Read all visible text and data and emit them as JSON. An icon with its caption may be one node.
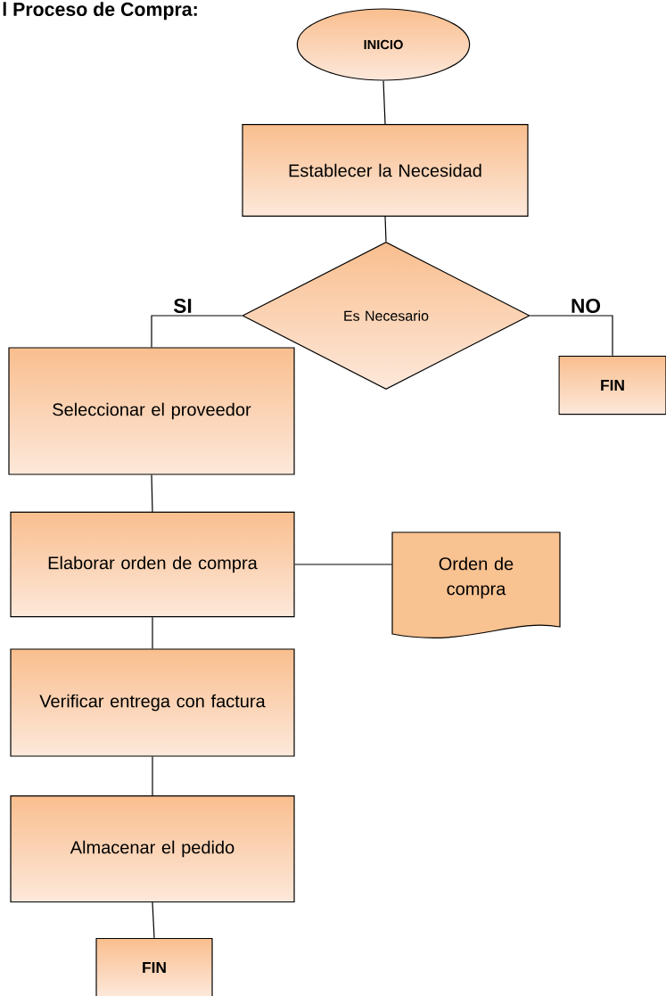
{
  "diagram": {
    "title": "l Proceso de Compra:",
    "nodes": [
      {
        "text": [
          "INICIO"
        ]
      },
      {
        "text": [
          "Establecer la Necesidad"
        ]
      },
      {
        "text": [
          "Es Necesario"
        ]
      },
      {
        "text": [
          "FIN"
        ]
      },
      {
        "text": [
          "Seleccionar el proveedor"
        ]
      },
      {
        "text": [
          "Elaborar orden de compra"
        ]
      },
      {
        "text": [
          "Orden de compra"
        ]
      },
      {
        "text": [
          "Verificar entrega con factura"
        ]
      },
      {
        "text": [
          "Almacenar el pedido"
        ]
      },
      {
        "text": [
          "FIN"
        ]
      }
    ],
    "edges": [
      {
        "from": 0,
        "to": 1,
        "arrow": "none"
      },
      {
        "from": 1,
        "to": 2,
        "arrow": "none"
      },
      {
        "from": 2,
        "to": 4,
        "arrow": "none",
        "label": "SI"
      },
      {
        "from": 2,
        "to": 3,
        "arrow": "none",
        "label": "NO"
      },
      {
        "from": 4,
        "to": 5,
        "arrow": "none"
      },
      {
        "from": 5,
        "to": 6,
        "arrow": "none"
      },
      {
        "from": 5,
        "to": 7,
        "arrow": "none"
      },
      {
        "from": 7,
        "to": 8,
        "arrow": "none"
      },
      {
        "from": 8,
        "to": 9,
        "arrow": "none"
      }
    ]
  }
}
